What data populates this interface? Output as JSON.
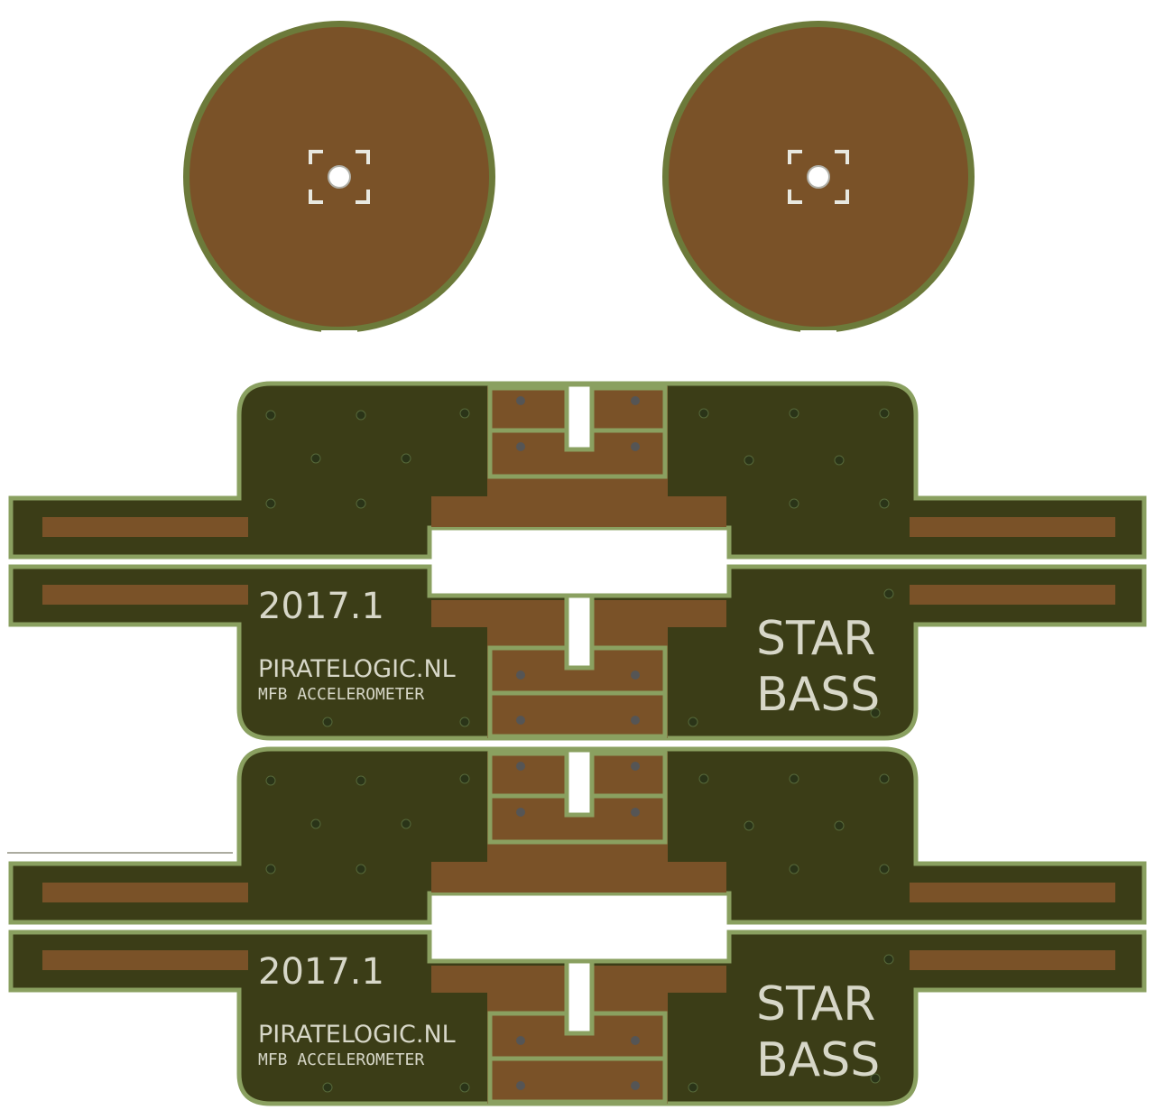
{
  "colors": {
    "background": "#ffffff",
    "soldermask": "#3b3d17",
    "copper": "#7a5228",
    "mask_edge": "#8aa060",
    "silkscreen": "#d7d7c8",
    "via": "#2a3418",
    "hole": "#ffffff"
  },
  "discs": [
    {
      "name": "disc-left",
      "marker": "crosshair-bracket"
    },
    {
      "name": "disc-right",
      "marker": "crosshair-bracket"
    }
  ],
  "boards": [
    {
      "version": "2017.1",
      "site": "PIRATELOGIC.NL",
      "product": "MFB ACCELEROMETER",
      "title_line1": "STAR",
      "title_line2": "BASS"
    },
    {
      "version": "2017.1",
      "site": "PIRATELOGIC.NL",
      "product": "MFB ACCELEROMETER",
      "title_line1": "STAR",
      "title_line2": "BASS"
    }
  ]
}
